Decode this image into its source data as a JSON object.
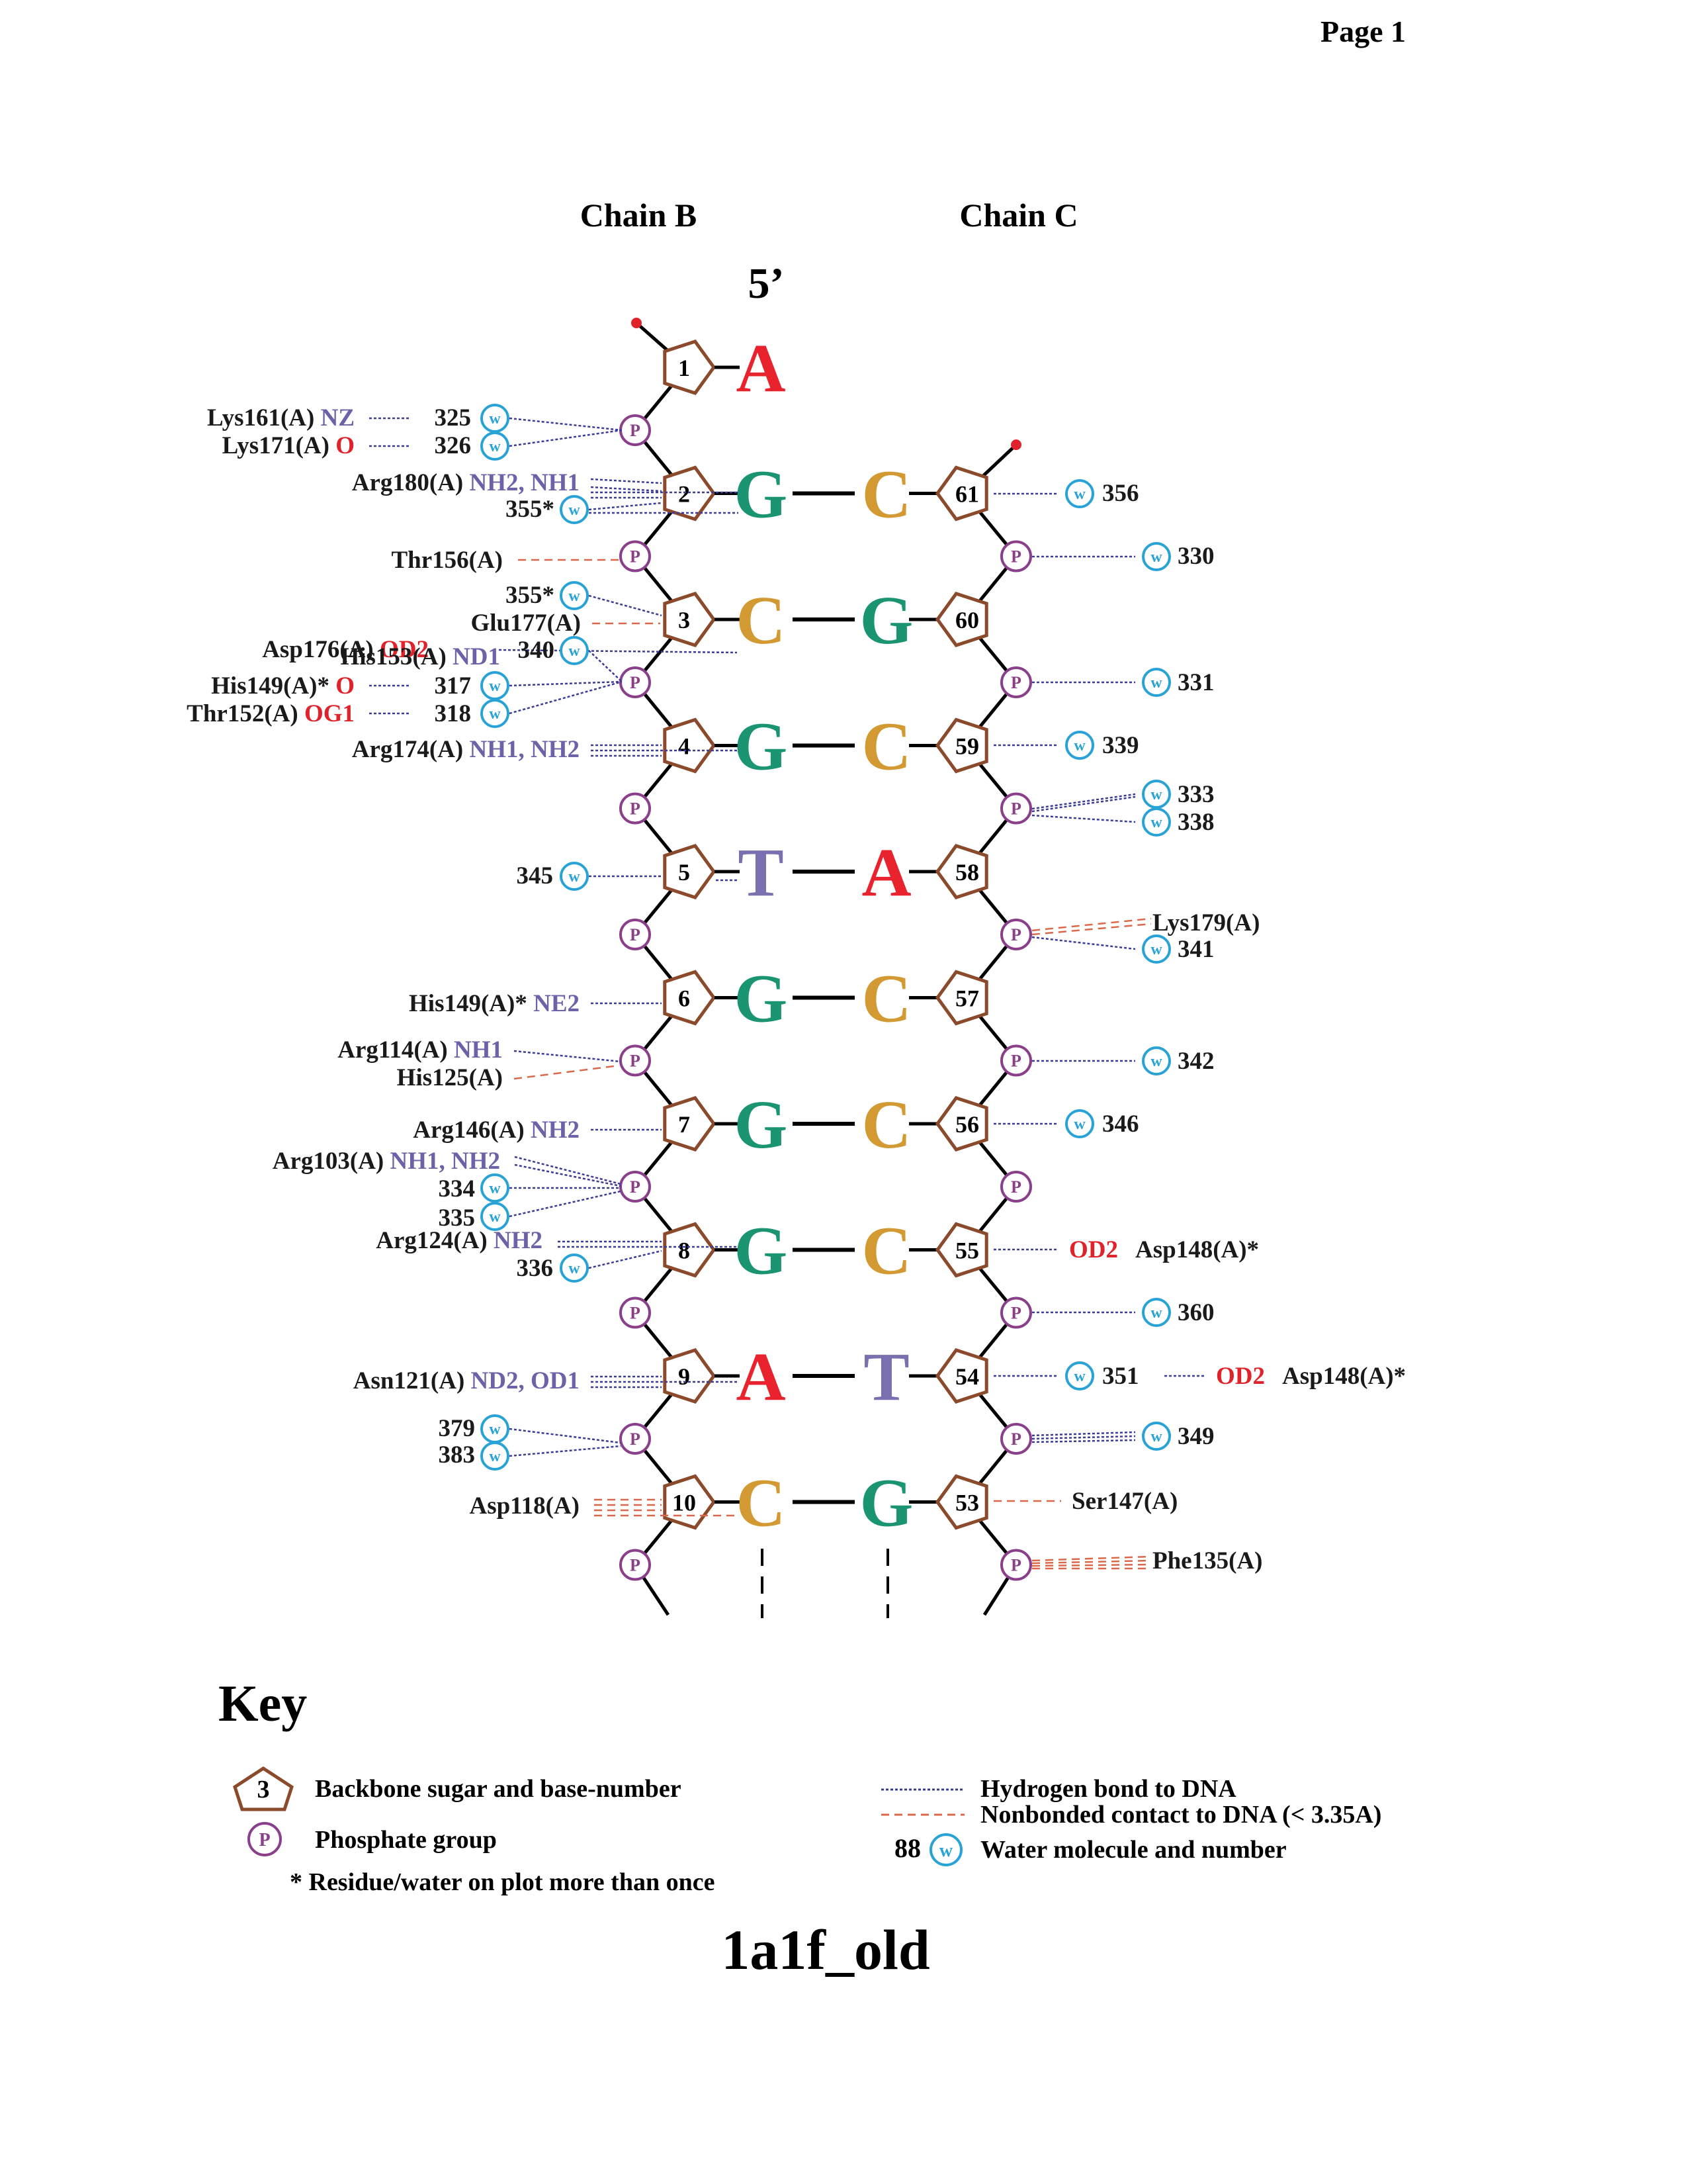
{
  "page_label": "Page 1",
  "chain_left": "Chain B",
  "chain_right": "Chain C",
  "five_prime": "5’",
  "diagram_title": "1a1f_old",
  "colors": {
    "hbond": "#3b3b9a",
    "nonbond": "#d9694a",
    "sugar": "#8b4a2b",
    "phosphate": "#8a3f8a",
    "water": "#29a3d6",
    "residue": "#1a1a1a",
    "atom_blue": "#6b62a8",
    "atom_red": "#e0222a",
    "A": "#e8232e",
    "G": "#1a9471",
    "C": "#d39a33",
    "T": "#7a70b0"
  },
  "icons": {
    "phosphate": "P",
    "water": "w"
  },
  "rows": [
    {
      "left": {
        "num": "1",
        "base": "A"
      },
      "right": null
    },
    {
      "left": {
        "num": "2",
        "base": "G"
      },
      "right": {
        "num": "61",
        "base": "C"
      }
    },
    {
      "left": {
        "num": "3",
        "base": "C"
      },
      "right": {
        "num": "60",
        "base": "G"
      }
    },
    {
      "left": {
        "num": "4",
        "base": "G"
      },
      "right": {
        "num": "59",
        "base": "C"
      }
    },
    {
      "left": {
        "num": "5",
        "base": "T"
      },
      "right": {
        "num": "58",
        "base": "A"
      }
    },
    {
      "left": {
        "num": "6",
        "base": "G"
      },
      "right": {
        "num": "57",
        "base": "C"
      }
    },
    {
      "left": {
        "num": "7",
        "base": "G"
      },
      "right": {
        "num": "56",
        "base": "C"
      }
    },
    {
      "left": {
        "num": "8",
        "base": "G"
      },
      "right": {
        "num": "55",
        "base": "C"
      }
    },
    {
      "left": {
        "num": "9",
        "base": "A"
      },
      "right": {
        "num": "54",
        "base": "T"
      }
    },
    {
      "left": {
        "num": "10",
        "base": "C"
      },
      "right": {
        "num": "53",
        "base": "G"
      }
    }
  ],
  "annotations": [
    {
      "res": "Lys161(A)",
      "atom": "NZ",
      "atom_color": "blue",
      "water": "325"
    },
    {
      "res": "Lys171(A)",
      "atom": "O",
      "atom_color": "red",
      "water": "326"
    },
    {
      "res": "Arg180(A)",
      "atom": "NH2, NH1",
      "atom_color": "blue"
    },
    {
      "water": "355*"
    },
    {
      "res": "Thr156(A)"
    },
    {
      "water": "355*"
    },
    {
      "res": "Glu177(A)"
    },
    {
      "res": "Asp176(A)",
      "atom": "OD2",
      "atom_color": "red"
    },
    {
      "res": "His153(A)",
      "atom": "ND1",
      "atom_color": "blue",
      "water": "340"
    },
    {
      "res": "His149(A)*",
      "atom": "O",
      "atom_color": "red",
      "water": "317"
    },
    {
      "res": "Thr152(A)",
      "atom": "OG1",
      "atom_color": "red",
      "water": "318"
    },
    {
      "res": "Arg174(A)",
      "atom": "NH1, NH2",
      "atom_color": "blue"
    },
    {
      "water": "345"
    },
    {
      "res": "His149(A)*",
      "atom": "NE2",
      "atom_color": "blue"
    },
    {
      "res": "Arg114(A)",
      "atom": "NH1",
      "atom_color": "blue"
    },
    {
      "res": "His125(A)"
    },
    {
      "res": "Arg146(A)",
      "atom": "NH2",
      "atom_color": "blue"
    },
    {
      "res": "Arg103(A)",
      "atom": "NH1, NH2",
      "atom_color": "blue"
    },
    {
      "water": "334"
    },
    {
      "water": "335"
    },
    {
      "res": "Arg124(A)",
      "atom": "NH2",
      "atom_color": "blue"
    },
    {
      "water": "336"
    },
    {
      "res": "Asn121(A)",
      "atom": "ND2, OD1",
      "atom_color": "blue"
    },
    {
      "water": "379"
    },
    {
      "water": "383"
    },
    {
      "res": "Asp118(A)"
    },
    {
      "water": "356"
    },
    {
      "water": "330"
    },
    {
      "water": "331"
    },
    {
      "water": "339"
    },
    {
      "water": "333"
    },
    {
      "water": "338"
    },
    {
      "res": "Lys179(A)"
    },
    {
      "water": "341"
    },
    {
      "water": "342"
    },
    {
      "water": "346"
    },
    {
      "res": "Asp148(A)*",
      "atom": "OD2",
      "atom_color": "red"
    },
    {
      "water": "360"
    },
    {
      "water": "351"
    },
    {
      "res": "Asp148(A)*",
      "atom": "OD2",
      "atom_color": "red"
    },
    {
      "water": "349"
    },
    {
      "res": "Ser147(A)"
    },
    {
      "res": "Phe135(A)"
    }
  ],
  "key": {
    "title": "Key",
    "sugar_example_num": "3",
    "sugar_label": "Backbone sugar and base-number",
    "phosphate_label": "Phosphate group",
    "star_note": "* Residue/water on plot more than once",
    "hbond_label": "Hydrogen bond to DNA",
    "nonbond_label": "Nonbonded contact to DNA (< 3.35A)",
    "water_example_num": "88",
    "water_label": "Water molecule and number"
  }
}
